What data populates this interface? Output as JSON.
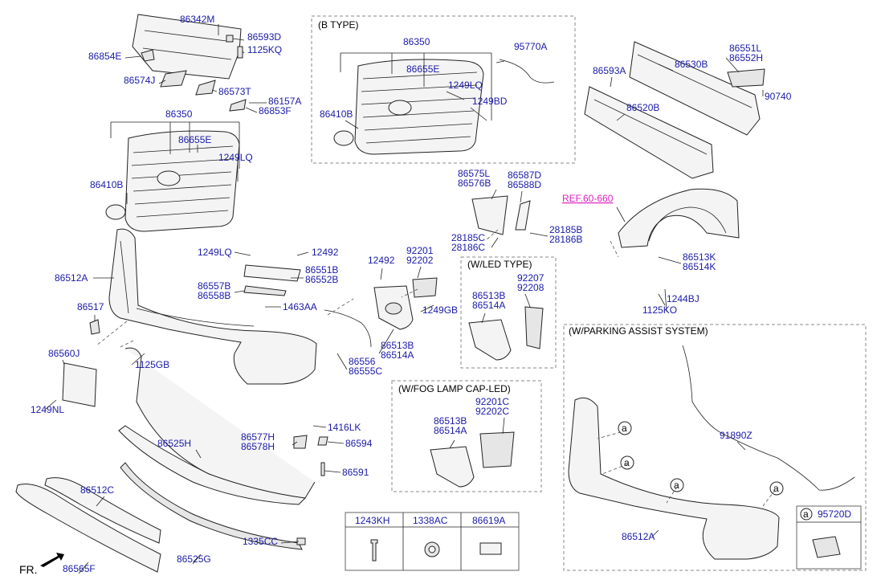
{
  "labels": {
    "p86342M": "86342M",
    "p86593D": "86593D",
    "p1125KQ": "1125KQ",
    "p86854E": "86854E",
    "p86574J": "86574J",
    "p86573T": "86573T",
    "p86157A": "86157A",
    "p86853F": "86853F",
    "p86350a": "86350",
    "p86655Ea": "86655E",
    "p1249LQa": "1249LQ",
    "p86410Ba": "86410B",
    "p86512A": "86512A",
    "p1249LQb": "1249LQ",
    "p12492a": "12492",
    "p86551B": "86551B",
    "p86552B": "86552B",
    "p86557B": "86557B",
    "p86558B": "86558B",
    "p1463AA": "1463AA",
    "p86517": "86517",
    "p86560J": "86560J",
    "p1125GB": "1125GB",
    "p1249NL": "1249NL",
    "p12492b": "12492",
    "p92201": "92201",
    "p92202": "92202",
    "p1249GB": "1249GB",
    "p86556": "86556",
    "p86555C": "86555C",
    "p86513Ba": "86513B",
    "p86514Aa": "86514A",
    "p86350b": "86350",
    "p86655Eb": "86655E",
    "p95770A": "95770A",
    "p1249LQc": "1249LQ",
    "p1249BD": "1249BD",
    "p86410Bb": "86410B",
    "p86593A": "86593A",
    "p86530B": "86530B",
    "p86551L": "86551L",
    "p86552H": "86552H",
    "p90740": "90740",
    "p86520B": "86520B",
    "p86575L": "86575L",
    "p86576B": "86576B",
    "p86587D": "86587D",
    "p86588D": "86588D",
    "p28185B": "28185B",
    "p28186B": "28186B",
    "p28185C": "28185C",
    "p28186C": "28186C",
    "p86513Bb": "86513B",
    "p86514Ab": "86514A",
    "p92207": "92207",
    "p92208": "92208",
    "p86513K": "86513K",
    "p86514K": "86514K",
    "p1244BJ": "1244BJ",
    "p1125KO": "1125KO",
    "p86513Bc": "86513B",
    "p86514Ac": "86514A",
    "p92201C": "92201C",
    "p92202C": "92202C",
    "p1416LK": "1416LK",
    "p86577H": "86577H",
    "p86578H": "86578H",
    "p86594": "86594",
    "p86525H": "86525H",
    "p86591": "86591",
    "p86512C": "86512C",
    "p1335CC": "1335CC",
    "p86525G": "86525G",
    "p86565F": "86565F",
    "p91890Z": "91890Z",
    "p86512Ab": "86512A",
    "p95720D": "95720D"
  },
  "boxes": {
    "b_type": "(B TYPE)",
    "led_type": "(W/LED TYPE)",
    "fog_type": "(W/FOG LAMP CAP-LED)",
    "parking": "(W/PARKING ASSIST SYSTEM)"
  },
  "ref": "REF.60-660",
  "fr": "FR.",
  "circle_marker": "a",
  "table": {
    "headers": [
      "1243KH",
      "1338AC",
      "86619A"
    ]
  },
  "colors": {
    "label": "#1a1aa8",
    "ref": "#e020c0"
  }
}
